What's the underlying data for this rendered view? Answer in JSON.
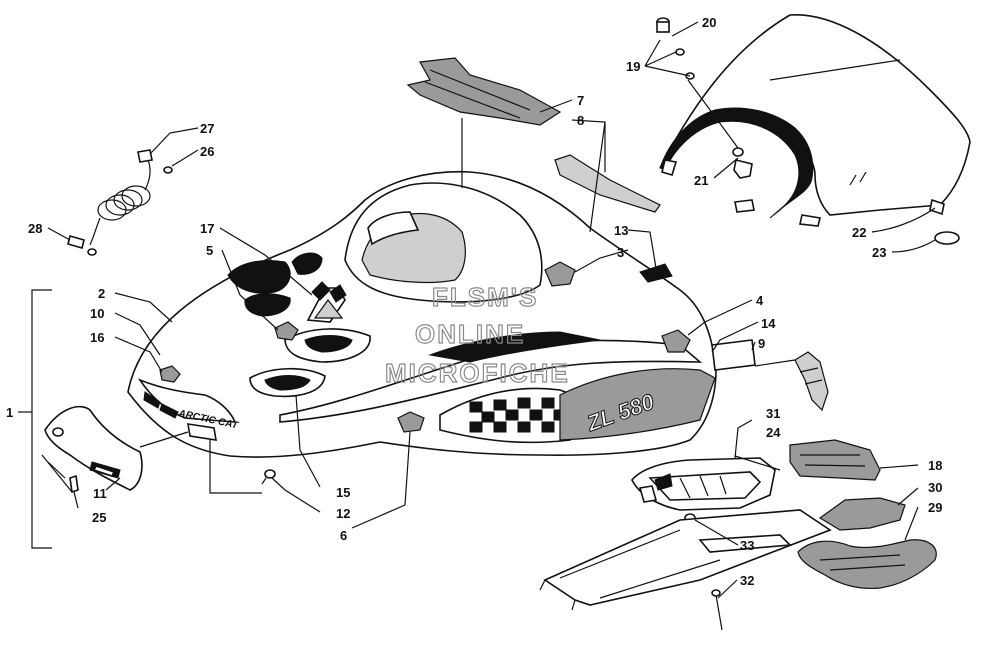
{
  "watermark": [
    "FLSM'S",
    "ONLINE",
    "MICROFICHE"
  ],
  "brand_text": "ARCTIC CAT",
  "model_text": "ZL 580",
  "callouts": [
    "1",
    "2",
    "3",
    "4",
    "5",
    "6",
    "7",
    "8",
    "9",
    "10",
    "11",
    "12",
    "13",
    "14",
    "15",
    "16",
    "17",
    "18",
    "19",
    "20",
    "21",
    "22",
    "23",
    "24",
    "25",
    "26",
    "27",
    "28",
    "29",
    "30",
    "31",
    "32",
    "33"
  ]
}
